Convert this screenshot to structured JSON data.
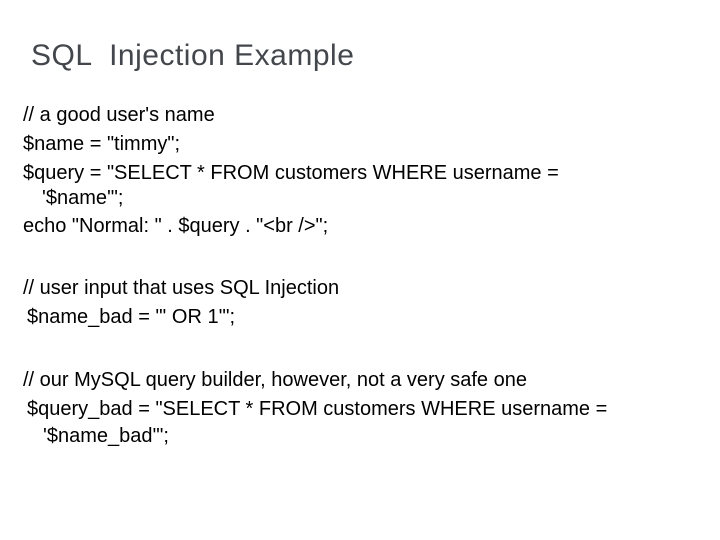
{
  "slide": {
    "title": "SQL  Injection Example"
  },
  "colors": {
    "background": "#ffffff",
    "title": "#43474c",
    "body": "#000000"
  },
  "code_lines": [
    {
      "text": "// a good user's name"
    },
    {
      "text": "$name = \"timmy\";"
    },
    {
      "text": "$query = \"SELECT * FROM customers WHERE username ="
    },
    {
      "text": "'$name'\";"
    },
    {
      "text": "echo \"Normal: \" . $query . \"<br />\";"
    },
    {
      "text": "// user input that uses SQL Injection"
    },
    {
      "text": "$name_bad = \"' OR 1'\";"
    },
    {
      "text": "// our MySQL query builder, however, not a very safe one"
    },
    {
      "text": "$query_bad = \"SELECT * FROM customers WHERE username ="
    },
    {
      "text": "'$name_bad'\";"
    }
  ]
}
